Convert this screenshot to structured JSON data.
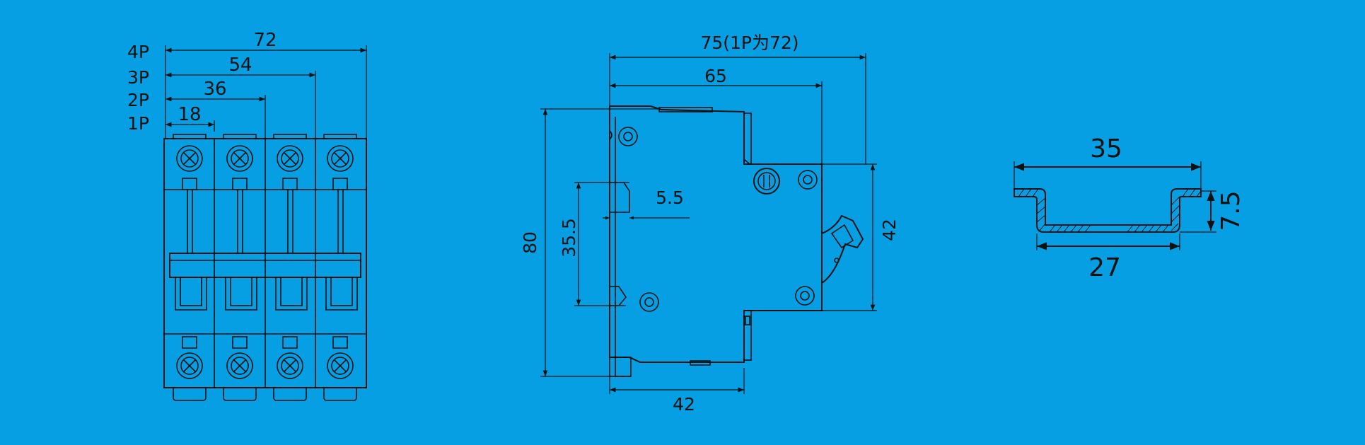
{
  "colors": {
    "background": "#069fe3",
    "line": "#111111"
  },
  "front_view": {
    "pole_labels": [
      "4P",
      "3P",
      "2P",
      "1P"
    ],
    "widths": [
      "72",
      "54",
      "36",
      "18"
    ]
  },
  "side_view": {
    "top_width_1": "75(1P为72)",
    "top_width_2": "65",
    "height": "80",
    "rail_height": "35.5",
    "rail_gap": "5.5",
    "step_height": "42",
    "bottom_width": "42"
  },
  "din_rail": {
    "top_width": "35",
    "bottom_width": "27",
    "height": "7.5"
  }
}
